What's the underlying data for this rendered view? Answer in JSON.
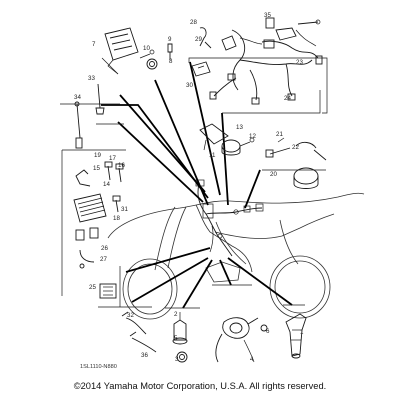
{
  "callouts": [
    "1",
    "2",
    "3",
    "4",
    "5",
    "6",
    "7",
    "8",
    "9",
    "10",
    "11",
    "12",
    "13",
    "14",
    "15",
    "16",
    "17",
    "18",
    "19",
    "20",
    "21",
    "22",
    "23",
    "24",
    "25",
    "26",
    "27",
    "28",
    "29",
    "30",
    "31",
    "32",
    "33",
    "34",
    "35",
    "36"
  ],
  "diagram_code": "1SL1110-N880",
  "copyright": "©2014 Yamaha Motor Corporation, U.S.A. All rights reserved."
}
